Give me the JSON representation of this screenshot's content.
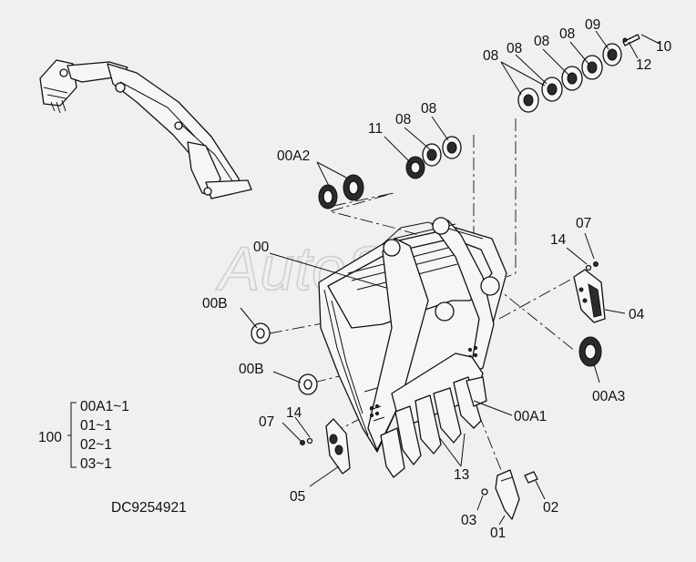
{
  "watermark": "AutoSoft",
  "drawing_number": "DC9254921",
  "assembly": {
    "label": "100",
    "items": [
      "00A1~1",
      "01~1",
      "02~1",
      "03~1"
    ]
  },
  "callouts": {
    "c08a": "08",
    "c08b": "08",
    "c08c": "08",
    "c08d": "08",
    "c09": "09",
    "c10": "10",
    "c12": "12",
    "c11": "11",
    "c08e": "08",
    "c08f": "08",
    "c00A2": "00A2",
    "c00": "00",
    "c00Ba": "00B",
    "c00Bb": "00B",
    "c07a": "07",
    "c14a": "14",
    "c04": "04",
    "c00A3": "00A3",
    "c00A1": "00A1",
    "c07b": "07",
    "c14b": "14",
    "c05": "05",
    "c13": "13",
    "c03": "03",
    "c01": "01",
    "c02": "02"
  }
}
